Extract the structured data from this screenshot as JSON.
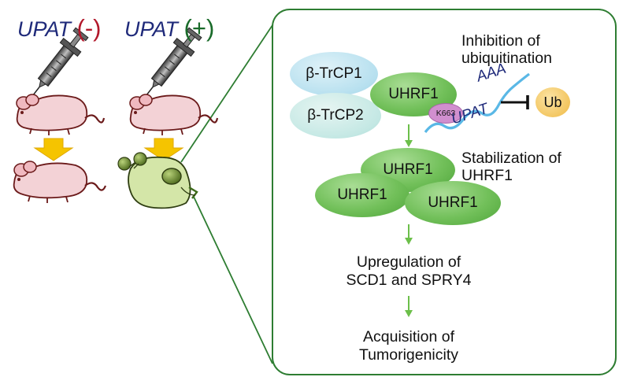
{
  "left": {
    "control_label": "UPAT",
    "control_sign": "(-)",
    "treated_label": "UPAT",
    "treated_sign": "(+)"
  },
  "panel": {
    "proteins": {
      "btrcp1": "β-TrCP1",
      "btrcp2": "β-TrCP2",
      "uhrf1_top": "UHRF1",
      "k663": "K663",
      "ub": "Ub",
      "uhrf1_a": "UHRF1",
      "uhrf1_b": "UHRF1",
      "uhrf1_c": "UHRF1"
    },
    "rna": {
      "name": "UPAT",
      "tail": "AAA"
    },
    "annotations": {
      "inhibition_line1": "Inhibition of",
      "inhibition_line2": "ubiquitination",
      "stabilization_line1": "Stabilization of",
      "stabilization_line2": "UHRF1"
    },
    "steps": {
      "upregulation_line1": "Upregulation of",
      "upregulation_line2": "SCD1 and SPRY4",
      "acquisition_line1": "Acquisition of",
      "acquisition_line2": "Tumorigenicity"
    }
  },
  "colors": {
    "panel_border": "#2e7d32",
    "arrow_green": "#6cbf4a",
    "yellow_arrow": "#f5c400",
    "upat_text": "#1f2a7a",
    "negative_sign": "#b2182b",
    "positive_sign": "#1a6b2a",
    "mouse_body": "#f3d2d6",
    "tumor_body": "#d4e6a8"
  },
  "icons": [
    "syringe-icon",
    "mouse-icon",
    "down-arrow-icon",
    "tumor-mouse-icon"
  ]
}
